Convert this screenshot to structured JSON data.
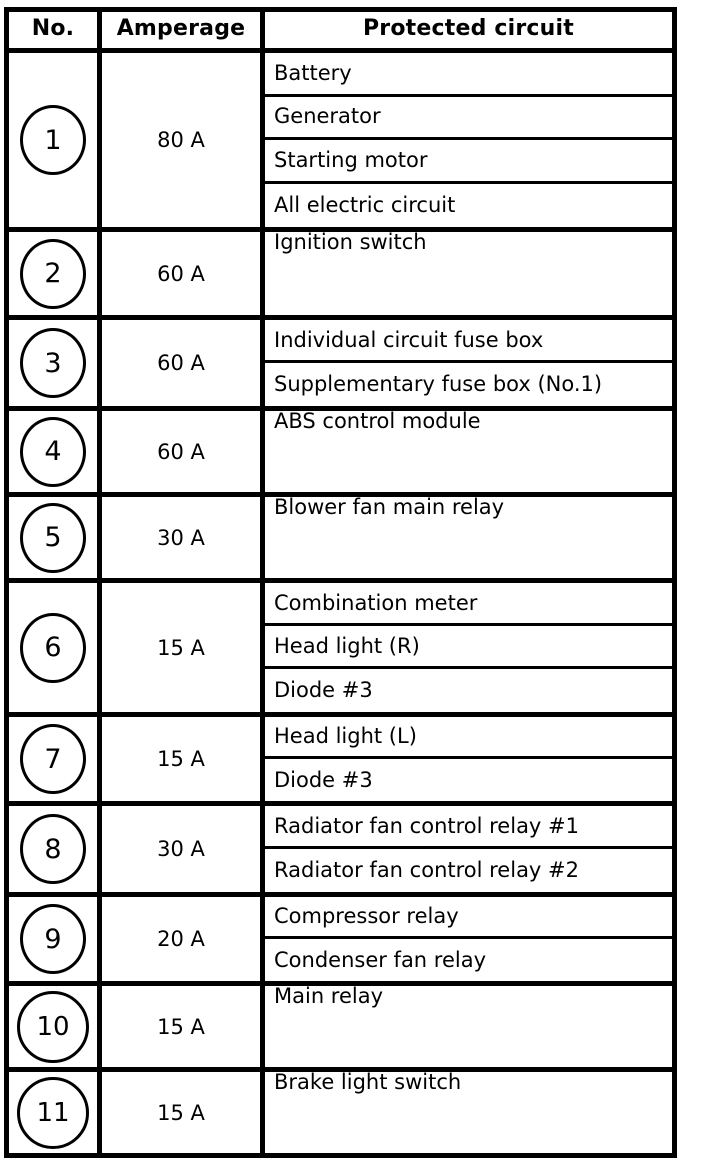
{
  "table": {
    "headers": {
      "no": "No.",
      "amperage": "Amperage",
      "circuit": "Protected circuit"
    },
    "rows": [
      {
        "no": "1",
        "amperage": "80 A",
        "circuits": [
          "Battery",
          "Generator",
          "Starting motor",
          "All electric circuit"
        ]
      },
      {
        "no": "2",
        "amperage": "60 A",
        "circuits": [
          "Ignition switch"
        ]
      },
      {
        "no": "3",
        "amperage": "60 A",
        "circuits": [
          "Individual circuit fuse box",
          "Supplementary fuse box (No.1)"
        ]
      },
      {
        "no": "4",
        "amperage": "60 A",
        "circuits": [
          "ABS control module"
        ]
      },
      {
        "no": "5",
        "amperage": "30 A",
        "circuits": [
          "Blower fan main relay"
        ]
      },
      {
        "no": "6",
        "amperage": "15 A",
        "circuits": [
          "Combination meter",
          "Head light (R)",
          "Diode #3"
        ]
      },
      {
        "no": "7",
        "amperage": "15 A",
        "circuits": [
          "Head light (L)",
          "Diode #3"
        ]
      },
      {
        "no": "8",
        "amperage": "30 A",
        "circuits": [
          "Radiator fan control relay #1",
          "Radiator fan control relay #2"
        ]
      },
      {
        "no": "9",
        "amperage": "20 A",
        "circuits": [
          "Compressor relay",
          "Condenser fan relay"
        ]
      },
      {
        "no": "10",
        "amperage": "15 A",
        "circuits": [
          "Main relay"
        ]
      },
      {
        "no": "11",
        "amperage": "15 A",
        "circuits": [
          "Brake light switch"
        ]
      }
    ]
  },
  "colors": {
    "border": "#000000",
    "background": "#ffffff",
    "text": "#000000"
  }
}
